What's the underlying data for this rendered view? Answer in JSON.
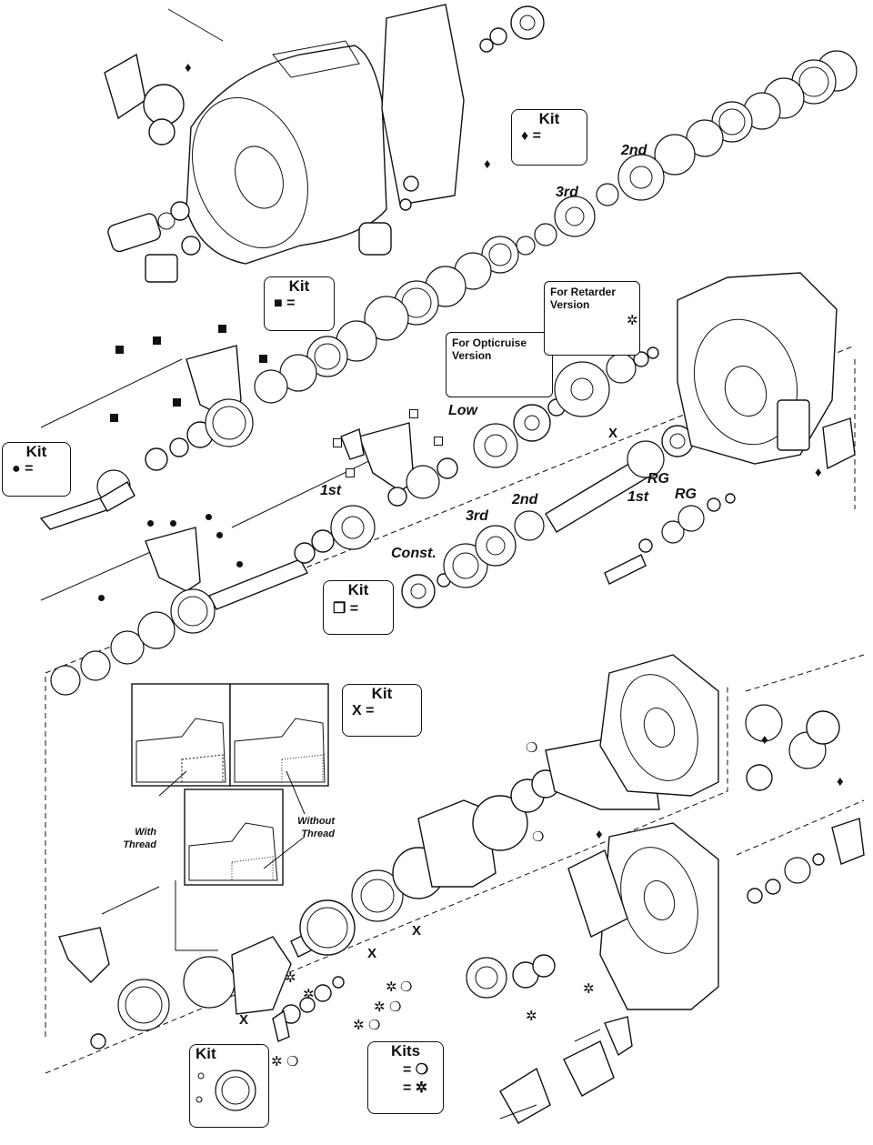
{
  "kits": {
    "diamond": {
      "title": "Kit",
      "row": "♦ ="
    },
    "square": {
      "title": "Kit",
      "row": "■ ="
    },
    "dot": {
      "title": "Kit",
      "row": "● ="
    },
    "open_square": {
      "title": "Kit",
      "row": "❐ ="
    },
    "x": {
      "title": "Kit",
      "row": "X ="
    },
    "ring": {
      "title": "Kit"
    },
    "multi": {
      "title": "Kits",
      "row1": "= ❍",
      "row2": "= ✲"
    }
  },
  "versions": {
    "opticruise": "For Opticruise Version",
    "retarder": "For Retarder Version"
  },
  "gear_labels": {
    "third_top": "3rd",
    "second_top": "2nd",
    "low": "Low",
    "first_main": "1st",
    "third_main": "3rd",
    "second_main": "2nd",
    "const": "Const.",
    "first_rg": "1st",
    "rg_a": "RG",
    "rg_b": "RG"
  },
  "callouts": {
    "with_thread": "With Thread",
    "without_thread": "Without Thread"
  },
  "markers": {
    "x": "X",
    "diamond": "♦",
    "ring": "❍",
    "star": "✲"
  }
}
